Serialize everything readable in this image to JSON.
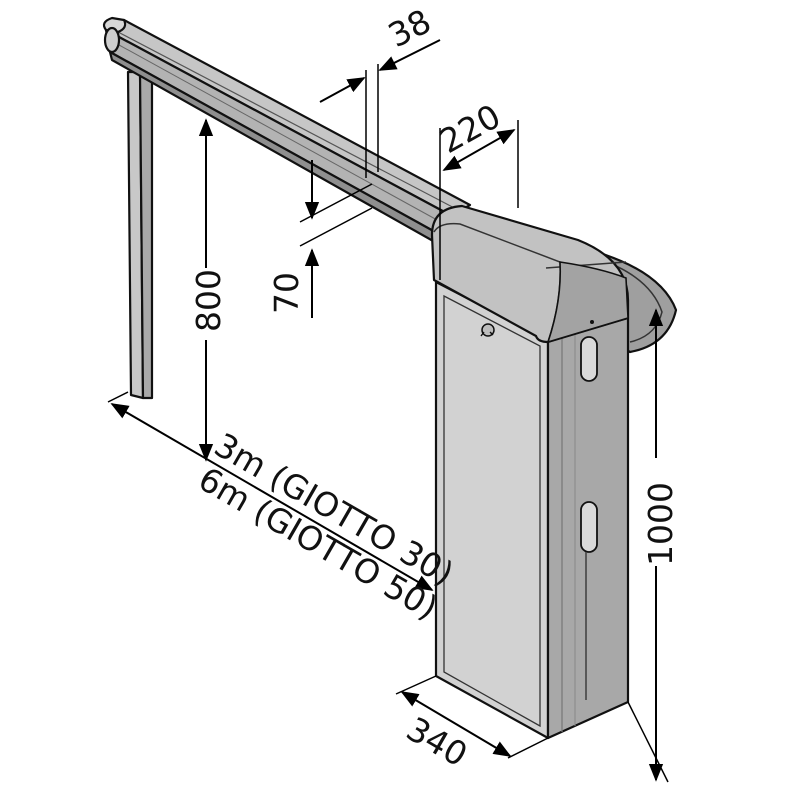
{
  "figure": {
    "colors": {
      "housing_front": "#d3d3d3",
      "housing_side": "#a9a9a9",
      "housing_edge": "#8c8c8c",
      "boom": "#bfbfbf",
      "boom_dark": "#9a9a9a",
      "line": "#000000"
    },
    "dimensions": {
      "boom_profile_width": "38",
      "housing_depth": "220",
      "boom_profile_height": "70",
      "boom_height": "800",
      "housing_height": "1000",
      "housing_width": "340",
      "boom_length_1": "3m (GIOTTO 30)",
      "boom_length_2": "6m (GIOTTO 50)"
    }
  }
}
